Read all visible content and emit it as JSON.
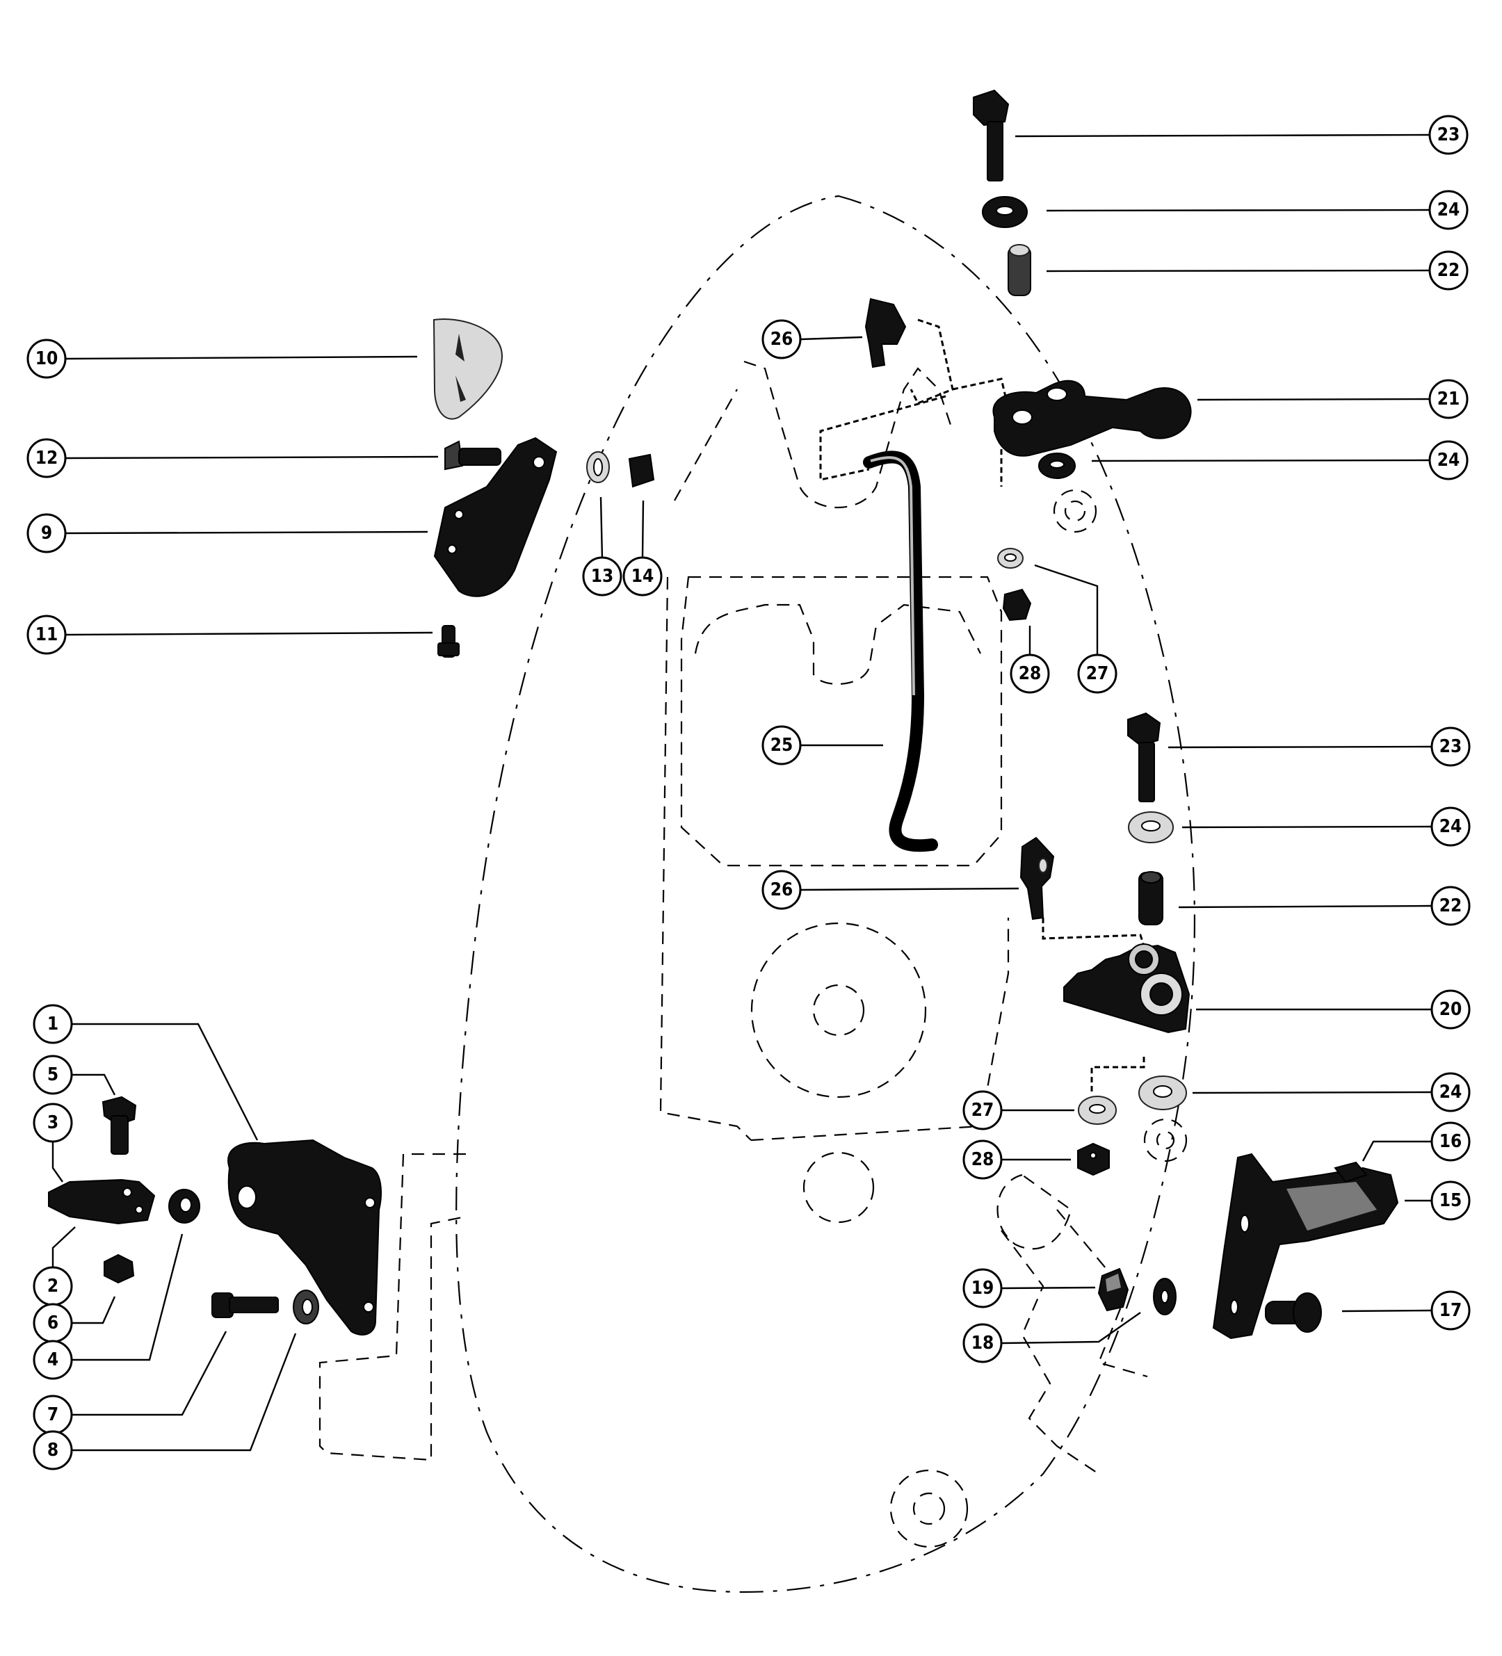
{
  "diagram": {
    "title": "Exploded parts diagram - outboard motor bracket and linkage assembly",
    "colors": {
      "ink": "#000000",
      "paper": "#ffffff"
    },
    "callouts": [
      {
        "id": "c1",
        "label": "1",
        "part": "bracket"
      },
      {
        "id": "c2",
        "label": "2",
        "part": "pin"
      },
      {
        "id": "c3",
        "label": "3",
        "part": "swivel-clevis"
      },
      {
        "id": "c4",
        "label": "4",
        "part": "washer"
      },
      {
        "id": "c5",
        "label": "5",
        "part": "screw"
      },
      {
        "id": "c6",
        "label": "6",
        "part": "nut"
      },
      {
        "id": "c7",
        "label": "7",
        "part": "screw"
      },
      {
        "id": "c8",
        "label": "8",
        "part": "lockwasher"
      },
      {
        "id": "c9",
        "label": "9",
        "part": "bracket"
      },
      {
        "id": "c10",
        "label": "10",
        "part": "knob"
      },
      {
        "id": "c11",
        "label": "11",
        "part": "screw"
      },
      {
        "id": "c12",
        "label": "12",
        "part": "screw"
      },
      {
        "id": "c13",
        "label": "13",
        "part": "washer"
      },
      {
        "id": "c14",
        "label": "14",
        "part": "nut"
      },
      {
        "id": "c15",
        "label": "15",
        "part": "bracket"
      },
      {
        "id": "c16",
        "label": "16",
        "part": "screw"
      },
      {
        "id": "c17",
        "label": "17",
        "part": "bolt"
      },
      {
        "id": "c18",
        "label": "18",
        "part": "lockwasher"
      },
      {
        "id": "c19",
        "label": "19",
        "part": "nut"
      },
      {
        "id": "c20",
        "label": "20",
        "part": "cam-block"
      },
      {
        "id": "c21",
        "label": "21",
        "part": "lever-arm"
      },
      {
        "id": "c22a",
        "label": "22",
        "part": "spacer"
      },
      {
        "id": "c22b",
        "label": "22",
        "part": "spacer"
      },
      {
        "id": "c23a",
        "label": "23",
        "part": "bolt"
      },
      {
        "id": "c23b",
        "label": "23",
        "part": "bolt"
      },
      {
        "id": "c24a",
        "label": "24",
        "part": "washer"
      },
      {
        "id": "c24b",
        "label": "24",
        "part": "washer"
      },
      {
        "id": "c24c",
        "label": "24",
        "part": "washer"
      },
      {
        "id": "c24d",
        "label": "24",
        "part": "washer"
      },
      {
        "id": "c25",
        "label": "25",
        "part": "link-rod"
      },
      {
        "id": "c26a",
        "label": "26",
        "part": "swivel-connector"
      },
      {
        "id": "c26b",
        "label": "26",
        "part": "swivel-connector"
      },
      {
        "id": "c27a",
        "label": "27",
        "part": "washer"
      },
      {
        "id": "c27b",
        "label": "27",
        "part": "washer"
      },
      {
        "id": "c28a",
        "label": "28",
        "part": "nut"
      },
      {
        "id": "c28b",
        "label": "28",
        "part": "nut"
      }
    ]
  }
}
